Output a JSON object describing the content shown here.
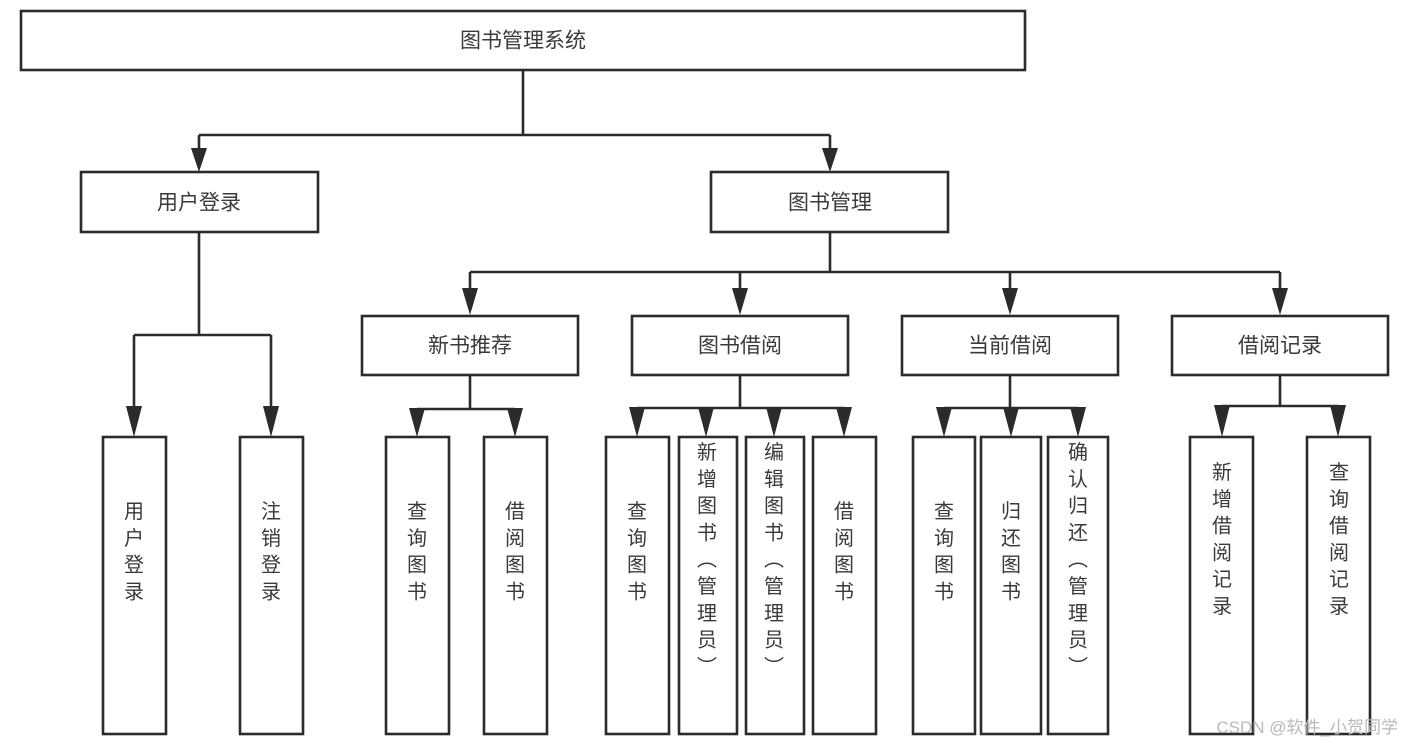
{
  "diagram": {
    "type": "tree",
    "title": "图书管理系统",
    "orientation": "top-down",
    "watermark": "CSDN @软件_小贺同学",
    "colors": {
      "box_stroke": "#2b2b2b",
      "box_fill": "#ffffff",
      "text": "#3a3a3a",
      "connector": "#2b2b2b",
      "watermark": "#b9b9b9",
      "background": "#ffffff"
    },
    "root": {
      "id": "root",
      "label": "图书管理系统",
      "orientation": "horizontal"
    },
    "level2": [
      {
        "id": "user-login",
        "label": "用户登录",
        "orientation": "horizontal"
      },
      {
        "id": "book-management",
        "label": "图书管理",
        "orientation": "horizontal"
      }
    ],
    "level3": [
      {
        "id": "new-book-recommend",
        "label": "新书推荐",
        "parent": "book-management",
        "orientation": "horizontal"
      },
      {
        "id": "book-borrow",
        "label": "图书借阅",
        "parent": "book-management",
        "orientation": "horizontal"
      },
      {
        "id": "current-borrow",
        "label": "当前借阅",
        "parent": "book-management",
        "orientation": "horizontal"
      },
      {
        "id": "borrow-record",
        "label": "借阅记录",
        "parent": "book-management",
        "orientation": "horizontal"
      }
    ],
    "leaves": [
      {
        "id": "leaf-user-login",
        "label": "用户登录",
        "parent": "user-login",
        "orientation": "vertical"
      },
      {
        "id": "leaf-user-logout",
        "label": "注销登录",
        "parent": "user-login",
        "orientation": "vertical"
      },
      {
        "id": "leaf-query-book-1",
        "label": "查询图书",
        "parent": "new-book-recommend",
        "orientation": "vertical"
      },
      {
        "id": "leaf-borrow-book-1",
        "label": "借阅图书",
        "parent": "new-book-recommend",
        "orientation": "vertical"
      },
      {
        "id": "leaf-query-book-2",
        "label": "查询图书",
        "parent": "book-borrow",
        "orientation": "vertical"
      },
      {
        "id": "leaf-add-book",
        "label": "新增图书（管理员）",
        "parent": "book-borrow",
        "orientation": "vertical"
      },
      {
        "id": "leaf-edit-book",
        "label": "编辑图书（管理员）",
        "parent": "book-borrow",
        "orientation": "vertical"
      },
      {
        "id": "leaf-borrow-book-2",
        "label": "借阅图书",
        "parent": "book-borrow",
        "orientation": "vertical"
      },
      {
        "id": "leaf-query-book-3",
        "label": "查询图书",
        "parent": "current-borrow",
        "orientation": "vertical"
      },
      {
        "id": "leaf-return-book",
        "label": "归还图书",
        "parent": "current-borrow",
        "orientation": "vertical"
      },
      {
        "id": "leaf-confirm-return",
        "label": "确认归还（管理员）",
        "parent": "current-borrow",
        "orientation": "vertical"
      },
      {
        "id": "leaf-add-record",
        "label": "新增借阅记录",
        "parent": "borrow-record",
        "orientation": "vertical"
      },
      {
        "id": "leaf-query-record",
        "label": "查询借阅记录",
        "parent": "borrow-record",
        "orientation": "vertical"
      }
    ]
  }
}
